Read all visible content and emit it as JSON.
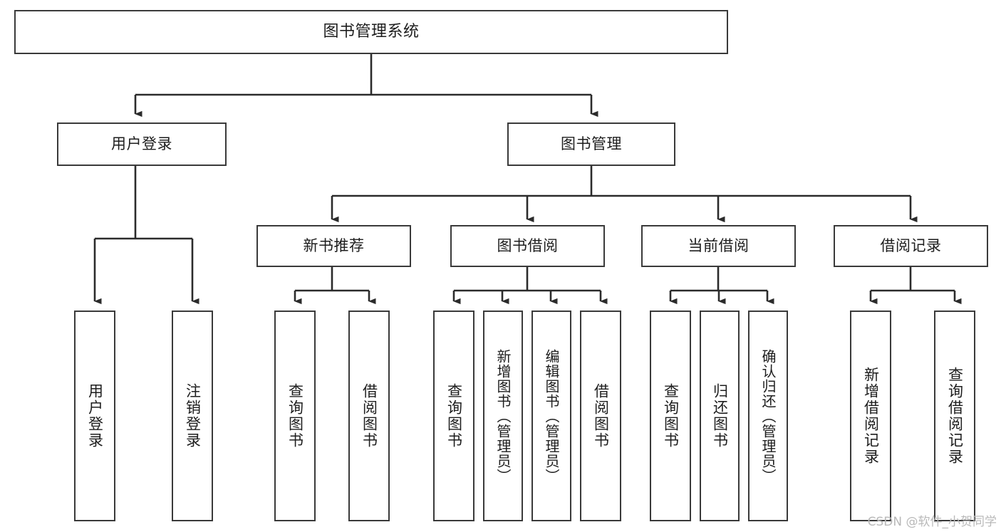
{
  "diagram": {
    "type": "tree",
    "title": "图书管理系统",
    "colors": {
      "box_border": "#3a3a3a",
      "box_fill": "#ffffff",
      "edge": "#2b2b2b",
      "text": "#1d1d1d",
      "watermark": "#b9b9b9"
    },
    "watermark": "CSDN @软件_小贺同学",
    "nodes": {
      "root": {
        "label": "图书管理系统"
      },
      "level2": [
        {
          "label": "用户登录"
        },
        {
          "label": "图书管理"
        }
      ],
      "level3": [
        {
          "label": "新书推荐"
        },
        {
          "label": "图书借阅"
        },
        {
          "label": "当前借阅"
        },
        {
          "label": "借阅记录"
        }
      ],
      "leaves": {
        "user_login": [
          {
            "label": "用户登录"
          },
          {
            "label": "注销登录"
          }
        ],
        "new_book_recommend": [
          {
            "label": "查询图书"
          },
          {
            "label": "借阅图书"
          }
        ],
        "book_borrow": [
          {
            "label": "查询图书"
          },
          {
            "label": "新增图书（管理员）"
          },
          {
            "label": "编辑图书（管理员）"
          },
          {
            "label": "借阅图书"
          }
        ],
        "current_borrow": [
          {
            "label": "查询图书"
          },
          {
            "label": "归还图书"
          },
          {
            "label": "确认归还（管理员）"
          }
        ],
        "borrow_record": [
          {
            "label": "新增借阅记录"
          },
          {
            "label": "查询借阅记录"
          }
        ]
      }
    }
  }
}
